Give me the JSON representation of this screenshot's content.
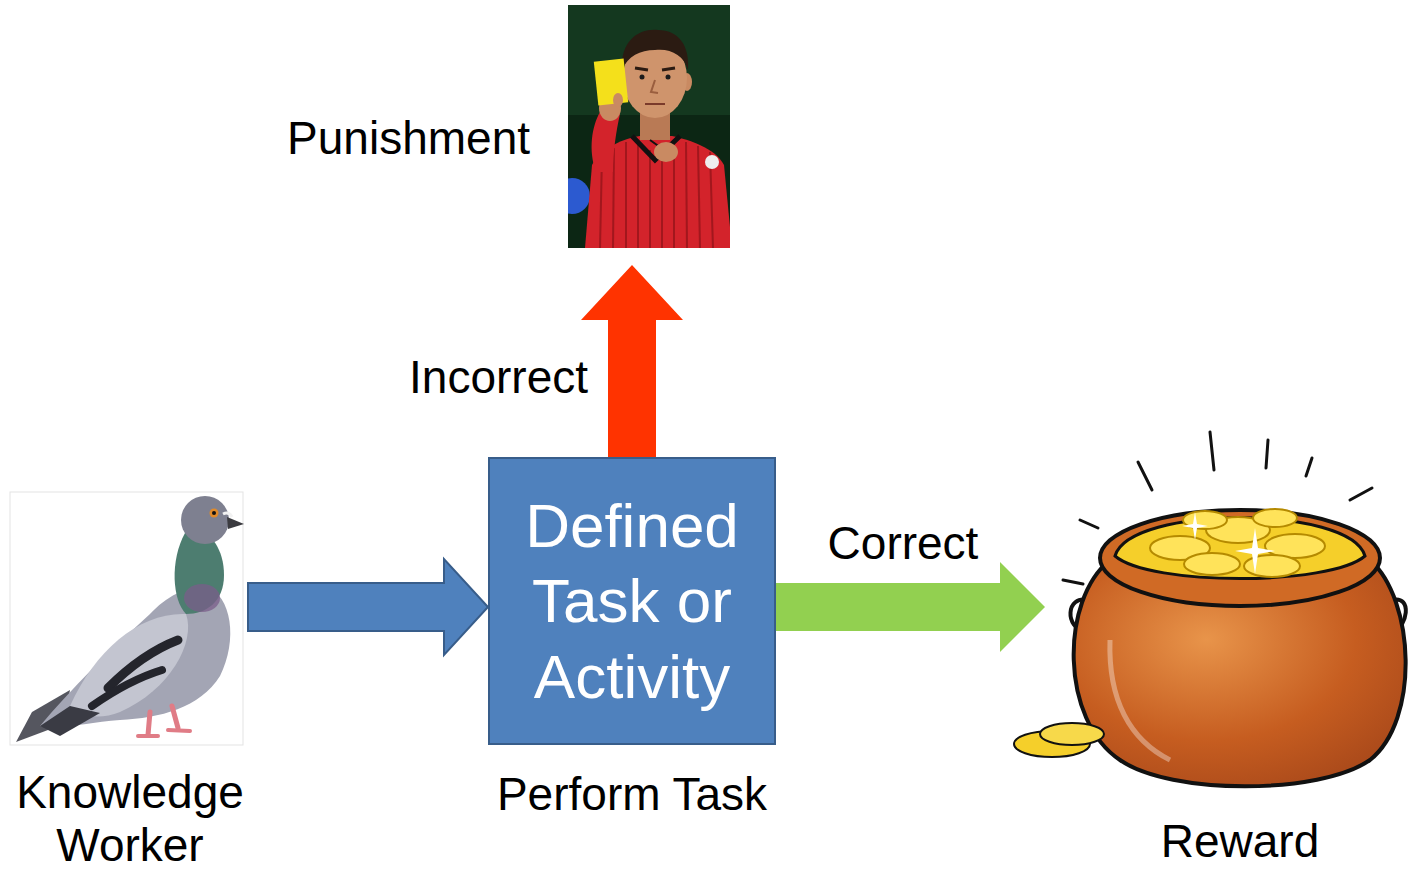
{
  "diagram": {
    "nodes": [
      {
        "text": [
          "Knowledge Worker"
        ]
      },
      {
        "text": [
          "Defined Task or Activity",
          "Perform Task"
        ]
      },
      {
        "text": [
          "Punishment"
        ]
      },
      {
        "text": [
          "Reward"
        ]
      }
    ],
    "edges": [
      {
        "from": 0,
        "to": 1,
        "arrow": "to"
      },
      {
        "from": 1,
        "to": 2,
        "label": "Incorrect",
        "arrow": "to"
      },
      {
        "from": 1,
        "to": 3,
        "label": "Correct",
        "arrow": "to"
      }
    ]
  }
}
